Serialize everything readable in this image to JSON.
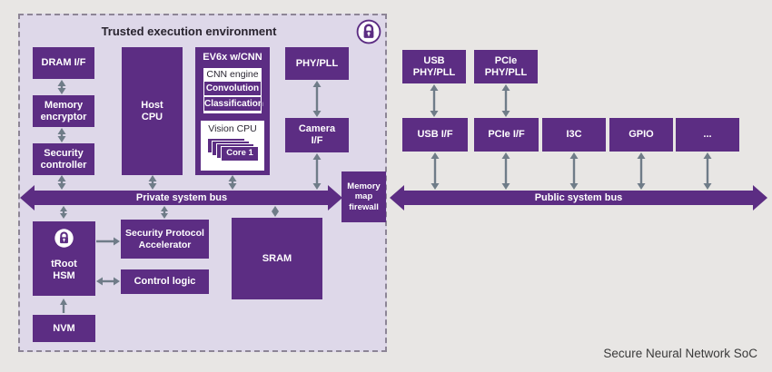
{
  "colors": {
    "purple": "#5C2D83",
    "tee-bg": "#DED8E9",
    "page-bg": "#E8E6E4",
    "arrow": "#6F7C88",
    "dash": "#8D8596",
    "title": "#29242F",
    "caption": "#3A3A3A"
  },
  "tee": {
    "title": "Trusted execution environment",
    "blocks": {
      "dram": "DRAM I/F",
      "memory_encryptor": "Memory encryptor",
      "security_controller": "Security controller",
      "host_cpu": "Host CPU",
      "phy_pll": "PHY/PLL",
      "camera_if": "Camera I/F",
      "memory_map_firewall": "Memory map firewall",
      "troot_hsm": "tRoot HSM",
      "security_protocol_accelerator": "Security Protocol Accelerator",
      "control_logic": "Control logic",
      "sram": "SRAM",
      "nvm": "NVM"
    },
    "ev6x": {
      "title": "EV6x w/CNN",
      "cnn_engine": {
        "title": "CNN engine",
        "badges": [
          "Convolution",
          "Classification"
        ]
      },
      "vision_cpu": {
        "title": "Vision CPU",
        "core": "Core 1"
      }
    },
    "private_bus": "Private system bus"
  },
  "public_side": {
    "blocks": {
      "usb_phy": "USB PHY/PLL",
      "pcie_phy": "PCIe PHY/PLL",
      "usb_if": "USB I/F",
      "pcie_if": "PCIe I/F",
      "i3c": "I3C",
      "gpio": "GPIO",
      "more": "..."
    },
    "public_bus": "Public system bus"
  },
  "caption": "Secure Neural Network SoC"
}
